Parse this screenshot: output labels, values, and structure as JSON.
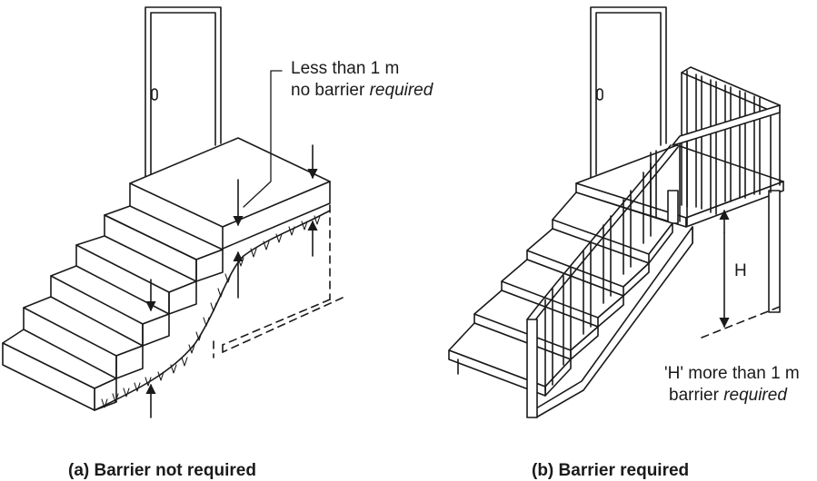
{
  "left_note": {
    "line1": "Less than 1 m",
    "line2_plain": "no barrier ",
    "line2_italic": "required"
  },
  "right_note": {
    "line1": "'H' more than 1 m",
    "line2_plain": "barrier ",
    "line2_italic": "required"
  },
  "dimension_label": "H",
  "captions": {
    "left": "(a) Barrier not required",
    "right": "(b) Barrier required"
  },
  "colors": {
    "ink": "#1a1a1a",
    "paper": "#ffffff"
  },
  "icons": [
    "door-handle-icon",
    "dimension-arrow-icon",
    "grass-tuft-icon"
  ]
}
